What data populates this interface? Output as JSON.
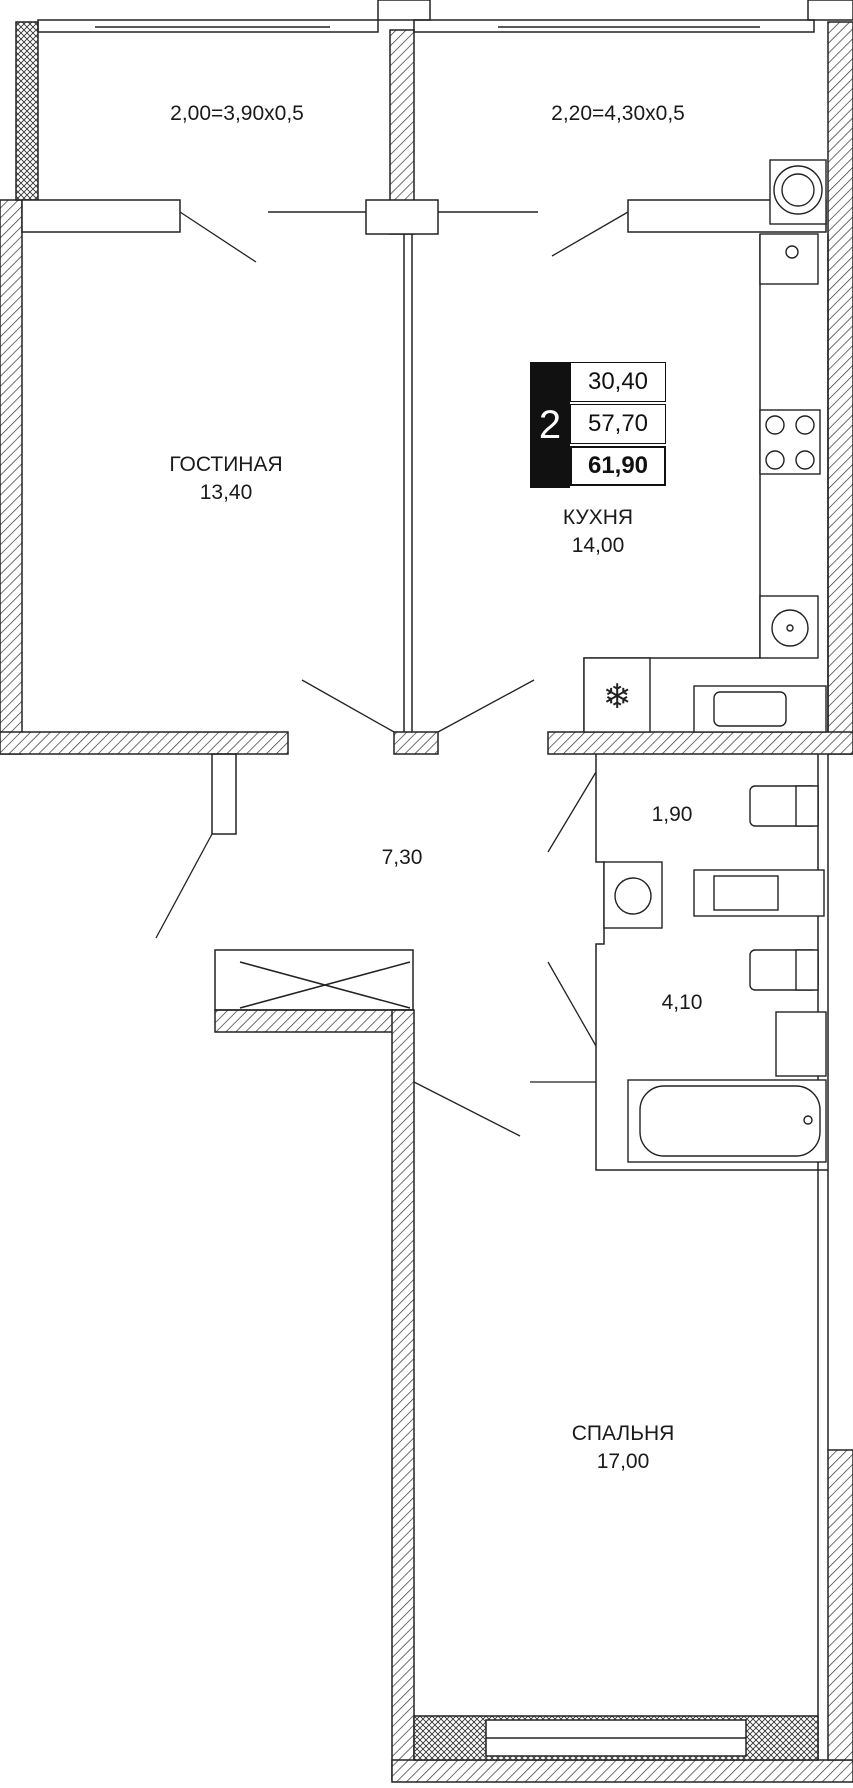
{
  "rooms": {
    "balcony_left": "2,00=3,90x0,5",
    "balcony_right": "2,20=4,30x0,5",
    "living_name": "ГОСТИНАЯ",
    "living_area": "13,40",
    "kitchen_name": "КУХНЯ",
    "kitchen_area": "14,00",
    "hall_area": "7,30",
    "wc_area": "1,90",
    "bath_area": "4,10",
    "bedroom_name": "СПАЛЬНЯ",
    "bedroom_area": "17,00"
  },
  "badge": {
    "rooms_count": "2",
    "living_area": "30,40",
    "total_area": "57,70",
    "total_with_balcony": "61,90"
  }
}
